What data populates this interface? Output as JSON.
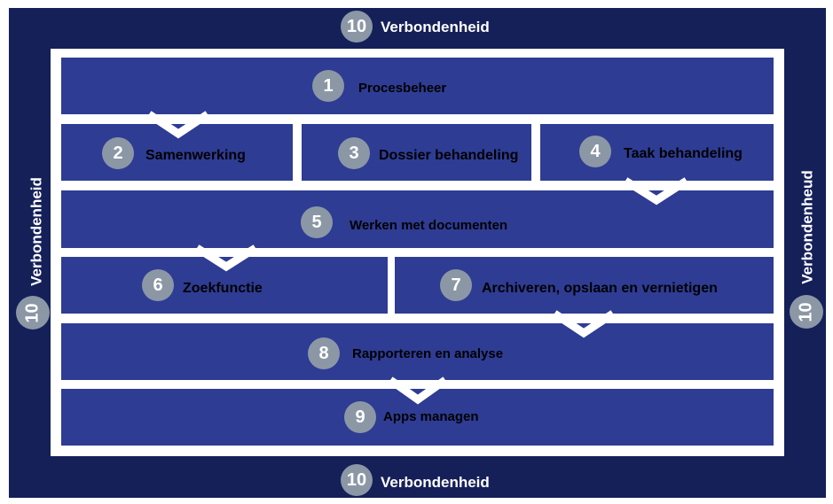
{
  "frame": {
    "top": {
      "number": "10",
      "label": "Verbondenheid"
    },
    "bottom": {
      "number": "10",
      "label": "Verbondenheid"
    },
    "left": {
      "number": "10",
      "label": "Verbondenheid"
    },
    "right": {
      "number": "10",
      "label": "Verbondenheud"
    }
  },
  "blocks": [
    {
      "number": "1",
      "label": "Procesbeheer"
    },
    {
      "number": "2",
      "label": "Samenwerking"
    },
    {
      "number": "3",
      "label": "Dossier behandeling"
    },
    {
      "number": "4",
      "label": "Taak behandeling"
    },
    {
      "number": "5",
      "label": "Werken met documenten"
    },
    {
      "number": "6",
      "label": "Zoekfunctie"
    },
    {
      "number": "7",
      "label": "Archiveren, opslaan en vernietigen"
    },
    {
      "number": "8",
      "label": "Rapporteren en analyse"
    },
    {
      "number": "9",
      "label": "Apps managen"
    }
  ],
  "colors": {
    "frame": "#152059",
    "block": "#2e3c94",
    "badge": "#8c97a6",
    "gap": "#ffffff"
  }
}
